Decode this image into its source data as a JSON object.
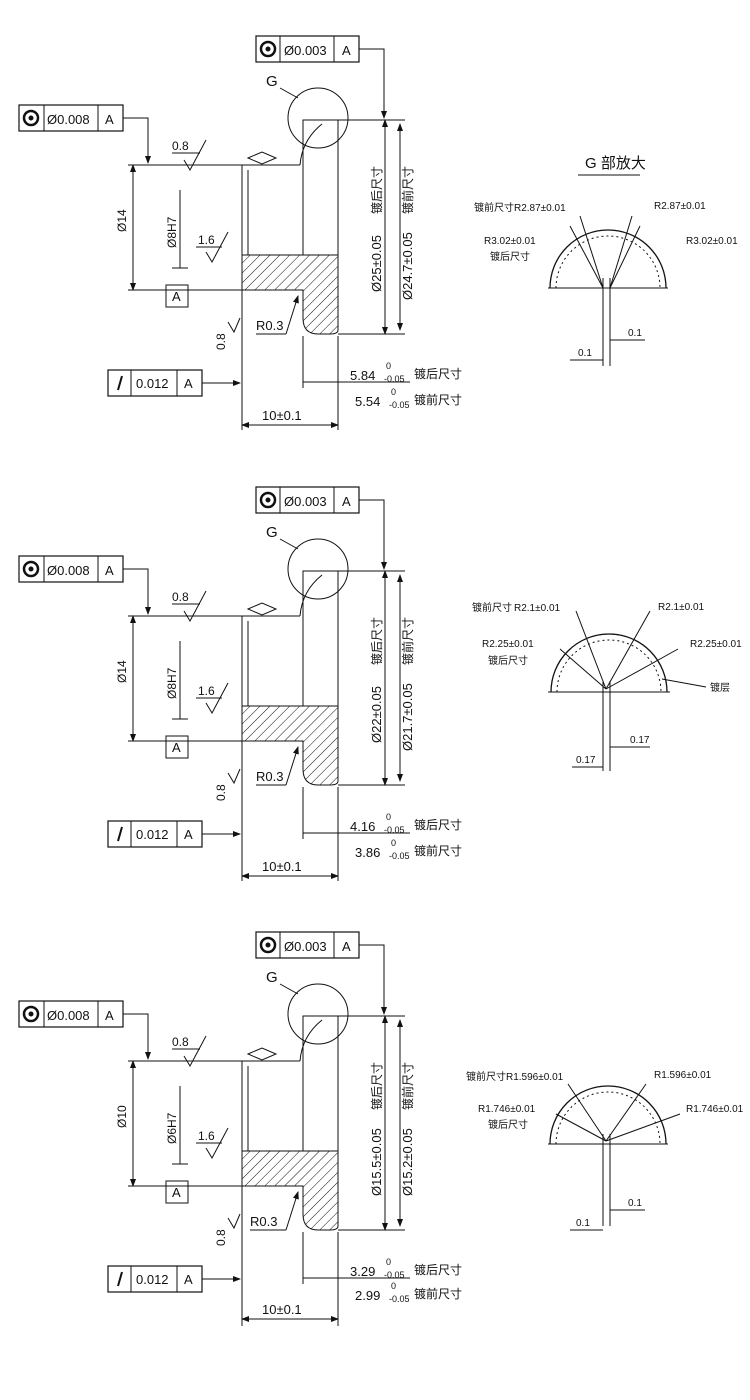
{
  "drawings": [
    {
      "fcf_concentric_top": {
        "tol": "Ø0.003",
        "datum": "A"
      },
      "fcf_concentric_left": {
        "tol": "Ø0.008",
        "datum": "A"
      },
      "fcf_runout": {
        "tol": "0.012",
        "datum": "A"
      },
      "detail_letter": "G",
      "roughness_top": "0.8",
      "roughness_mid": "1.6",
      "roughness_low": "0.8",
      "dim_flange_dia": "Ø14",
      "dim_bore": "Ø8H7",
      "datum_label": "A",
      "fillet": "R0.3",
      "dim_od_after": "Ø25±0.05",
      "dim_od_before": "Ø24.7±0.05",
      "label_after_plating": "镀后尺寸",
      "label_before_plating": "镀前尺寸",
      "width_after": "5.84",
      "width_after_upper": "0",
      "width_after_lower": "-0.05",
      "width_before": "5.54",
      "width_before_upper": "0",
      "width_before_lower": "-0.05",
      "dim_length": "10±0.1",
      "detail": {
        "title": "G 部放大",
        "r_before_left": "R2.87±0.01",
        "r_before_right": "R2.87±0.01",
        "r_after_left": "R3.02±0.01",
        "r_after_right": "R3.02±0.01",
        "label_before": "镀前尺寸",
        "label_after": "镀后尺寸",
        "thickness_right": "0.1",
        "thickness_left": "0.1",
        "layer_label": ""
      }
    },
    {
      "fcf_concentric_top": {
        "tol": "Ø0.003",
        "datum": "A"
      },
      "fcf_concentric_left": {
        "tol": "Ø0.008",
        "datum": "A"
      },
      "fcf_runout": {
        "tol": "0.012",
        "datum": "A"
      },
      "detail_letter": "G",
      "roughness_top": "0.8",
      "roughness_mid": "1.6",
      "roughness_low": "0.8",
      "dim_flange_dia": "Ø14",
      "dim_bore": "Ø8H7",
      "datum_label": "A",
      "fillet": "R0.3",
      "dim_od_after": "Ø22±0.05",
      "dim_od_before": "Ø21.7±0.05",
      "label_after_plating": "镀后尺寸",
      "label_before_plating": "镀前尺寸",
      "width_after": "4.16",
      "width_after_upper": "0",
      "width_after_lower": "-0.05",
      "width_before": "3.86",
      "width_before_upper": "0",
      "width_before_lower": "-0.05",
      "dim_length": "10±0.1",
      "detail": {
        "title": "",
        "r_before_left": "R2.1±0.01",
        "r_before_right": "R2.1±0.01",
        "r_after_left": "R2.25±0.01",
        "r_after_right": "R2.25±0.01",
        "label_before": "镀前尺寸",
        "label_after": "镀后尺寸",
        "thickness_right": "0.17",
        "thickness_left": "0.17",
        "layer_label": "镀层"
      }
    },
    {
      "fcf_concentric_top": {
        "tol": "Ø0.003",
        "datum": "A"
      },
      "fcf_concentric_left": {
        "tol": "Ø0.008",
        "datum": "A"
      },
      "fcf_runout": {
        "tol": "0.012",
        "datum": "A"
      },
      "detail_letter": "G",
      "roughness_top": "0.8",
      "roughness_mid": "1.6",
      "roughness_low": "0.8",
      "dim_flange_dia": "Ø10",
      "dim_bore": "Ø6H7",
      "datum_label": "A",
      "fillet": "R0.3",
      "dim_od_after": "Ø15.5±0.05",
      "dim_od_before": "Ø15.2±0.05",
      "label_after_plating": "镀后尺寸",
      "label_before_plating": "镀前尺寸",
      "width_after": "3.29",
      "width_after_upper": "0",
      "width_after_lower": "-0.05",
      "width_before": "2.99",
      "width_before_upper": "0",
      "width_before_lower": "-0.05",
      "dim_length": "10±0.1",
      "detail": {
        "title": "",
        "r_before_left": "R1.596±0.01",
        "r_before_right": "R1.596±0.01",
        "r_after_left": "R1.746±0.01",
        "r_after_right": "R1.746±0.01",
        "label_before": "镀前尺寸",
        "label_after": "镀后尺寸",
        "thickness_right": "0.1",
        "thickness_left": "0.1",
        "layer_label": ""
      }
    }
  ]
}
